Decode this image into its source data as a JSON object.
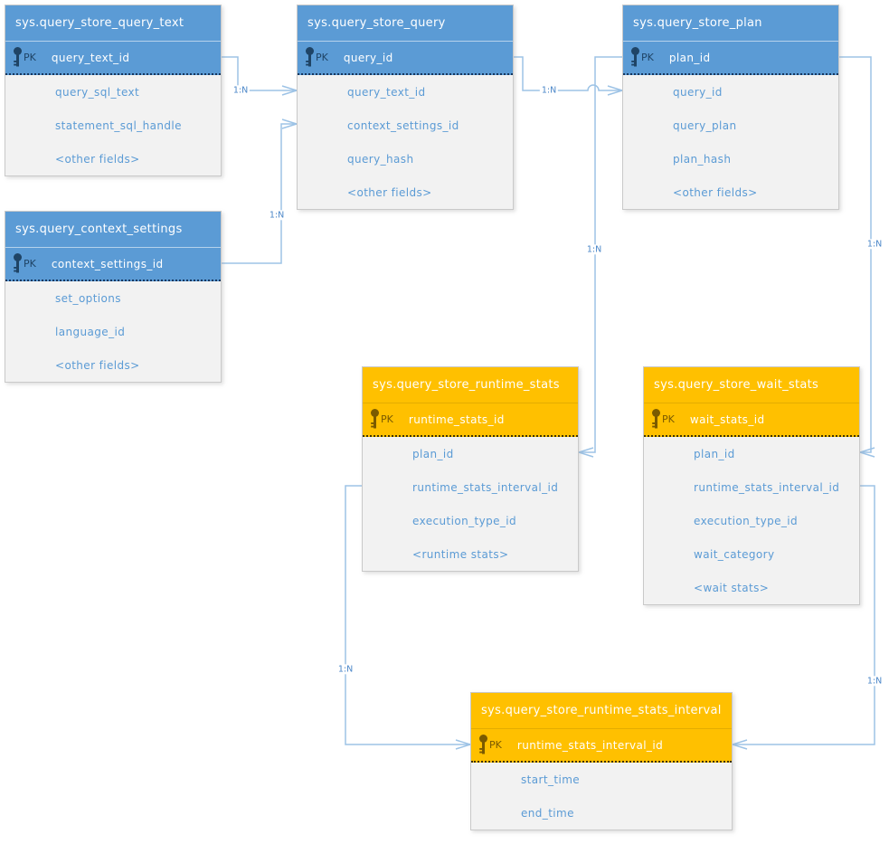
{
  "diagram": {
    "colors": {
      "blue_accent": "#5B9BD5",
      "orange_accent": "#FFC000",
      "connector_line": "#9DC3E6",
      "field_text": "#5B9BD5",
      "pk_text_blue": "#1F4466",
      "pk_text_orange": "#7A5A00",
      "body_background": "#F2F2F2"
    },
    "tables": [
      {
        "title": "sys.query_store_query_text",
        "theme": "blue",
        "pk": {
          "label": "PK",
          "field": "query_text_id"
        },
        "fields": [
          "query_sql_text",
          "statement_sql_handle",
          "<other fields>"
        ]
      },
      {
        "title": "sys.query_store_query",
        "theme": "blue",
        "pk": {
          "label": "PK",
          "field": "query_id"
        },
        "fields": [
          "query_text_id",
          "context_settings_id",
          "query_hash",
          "<other fields>"
        ]
      },
      {
        "title": "sys.query_store_plan",
        "theme": "blue",
        "pk": {
          "label": "PK",
          "field": "plan_id"
        },
        "fields": [
          "query_id",
          "query_plan",
          "plan_hash",
          "<other fields>"
        ]
      },
      {
        "title": "sys.query_context_settings",
        "theme": "blue",
        "pk": {
          "label": "PK",
          "field": "context_settings_id"
        },
        "fields": [
          "set_options",
          "language_id",
          "<other fields>"
        ]
      },
      {
        "title": "sys.query_store_runtime_stats",
        "theme": "orange",
        "pk": {
          "label": "PK",
          "field": "runtime_stats_id"
        },
        "fields": [
          "plan_id",
          "runtime_stats_interval_id",
          "execution_type_id",
          "<runtime stats>"
        ]
      },
      {
        "title": "sys.query_store_wait_stats",
        "theme": "orange",
        "pk": {
          "label": "PK",
          "field": "wait_stats_id"
        },
        "fields": [
          "plan_id",
          "runtime_stats_interval_id",
          "execution_type_id",
          "wait_category",
          "<wait stats>"
        ]
      },
      {
        "title": "sys.query_store_runtime_stats_interval",
        "theme": "orange",
        "pk": {
          "label": "PK",
          "field": "runtime_stats_interval_id"
        },
        "fields": [
          "start_time",
          "end_time"
        ]
      }
    ],
    "relationships": [
      {
        "label": "1:N",
        "from": "sys.query_store_query_text.query_text_id",
        "to": "sys.query_store_query.query_text_id"
      },
      {
        "label": "1:N",
        "from": "sys.query_context_settings.context_settings_id",
        "to": "sys.query_store_query.context_settings_id"
      },
      {
        "label": "1:N",
        "from": "sys.query_store_query.query_id",
        "to": "sys.query_store_plan.query_id"
      },
      {
        "label": "1:N",
        "from": "sys.query_store_plan.plan_id",
        "to": "sys.query_store_runtime_stats.plan_id"
      },
      {
        "label": "1:N",
        "from": "sys.query_store_plan.plan_id",
        "to": "sys.query_store_wait_stats.plan_id"
      },
      {
        "label": "1:N",
        "from": "sys.query_store_runtime_stats.runtime_stats_interval_id",
        "to": "sys.query_store_runtime_stats_interval.runtime_stats_interval_id"
      },
      {
        "label": "1:N",
        "from": "sys.query_store_wait_stats.runtime_stats_interval_id",
        "to": "sys.query_store_runtime_stats_interval.runtime_stats_interval_id"
      }
    ]
  }
}
